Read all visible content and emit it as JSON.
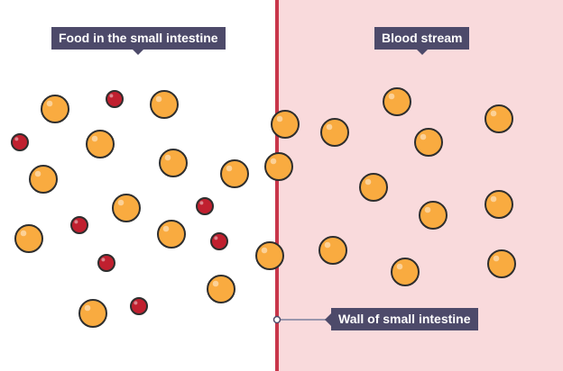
{
  "labels": {
    "food": "Food in the small intestine",
    "blood": "Blood stream",
    "wall": "Wall of small intestine"
  },
  "colors": {
    "glucose": "#f9ab40",
    "other_molecule": "#c0202f",
    "wall": "#c8364a",
    "blood_bg": "#f9dadc",
    "label_bg": "#4d4a6a"
  }
}
